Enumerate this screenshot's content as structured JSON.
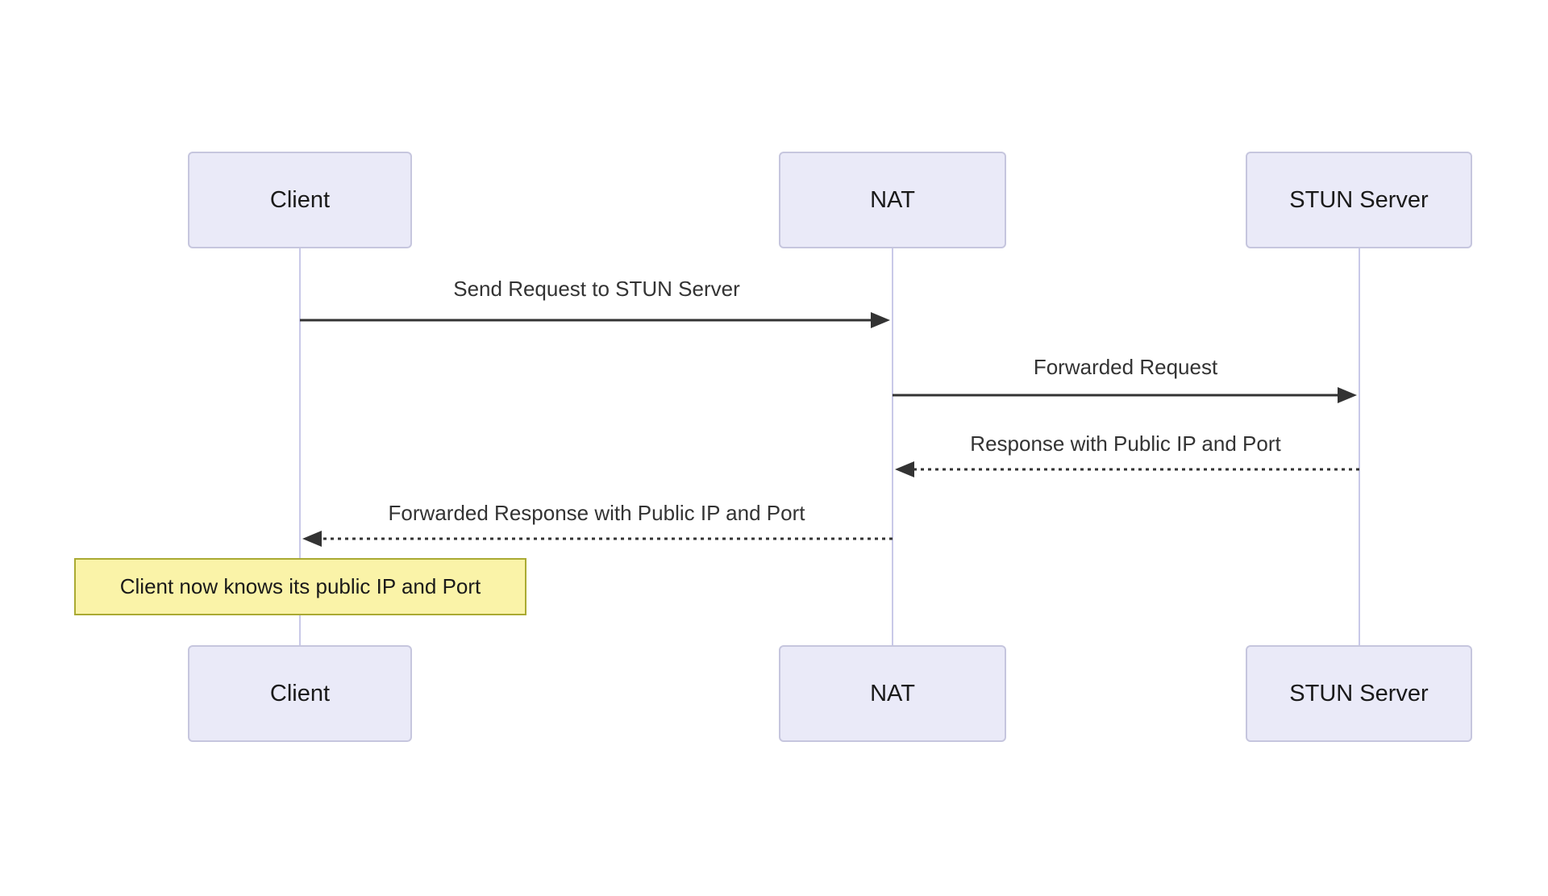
{
  "diagram": {
    "type": "sequence",
    "participants": [
      {
        "id": "client",
        "label": "Client"
      },
      {
        "id": "nat",
        "label": "NAT"
      },
      {
        "id": "stun",
        "label": "STUN Server"
      }
    ],
    "messages": [
      {
        "from": "client",
        "to": "nat",
        "label": "Send Request to STUN Server",
        "line": "solid",
        "direction": "right"
      },
      {
        "from": "nat",
        "to": "stun",
        "label": "Forwarded Request",
        "line": "solid",
        "direction": "right"
      },
      {
        "from": "stun",
        "to": "nat",
        "label": "Response with Public IP and Port",
        "line": "dashed",
        "direction": "left"
      },
      {
        "from": "nat",
        "to": "client",
        "label": "Forwarded Response with Public IP and Port",
        "line": "dashed",
        "direction": "left"
      }
    ],
    "note": {
      "over": "client",
      "text": "Client now knows its public IP and Port"
    }
  },
  "colors": {
    "background": "#FFFFFF",
    "actor_fill": "#EAEAF8",
    "actor_border": "#C6C6DE",
    "lifeline": "#C9C9E8",
    "arrow": "#333333",
    "note_fill": "#FAF3A8",
    "note_border": "#AAAA33",
    "text": "#1A1A1A"
  }
}
